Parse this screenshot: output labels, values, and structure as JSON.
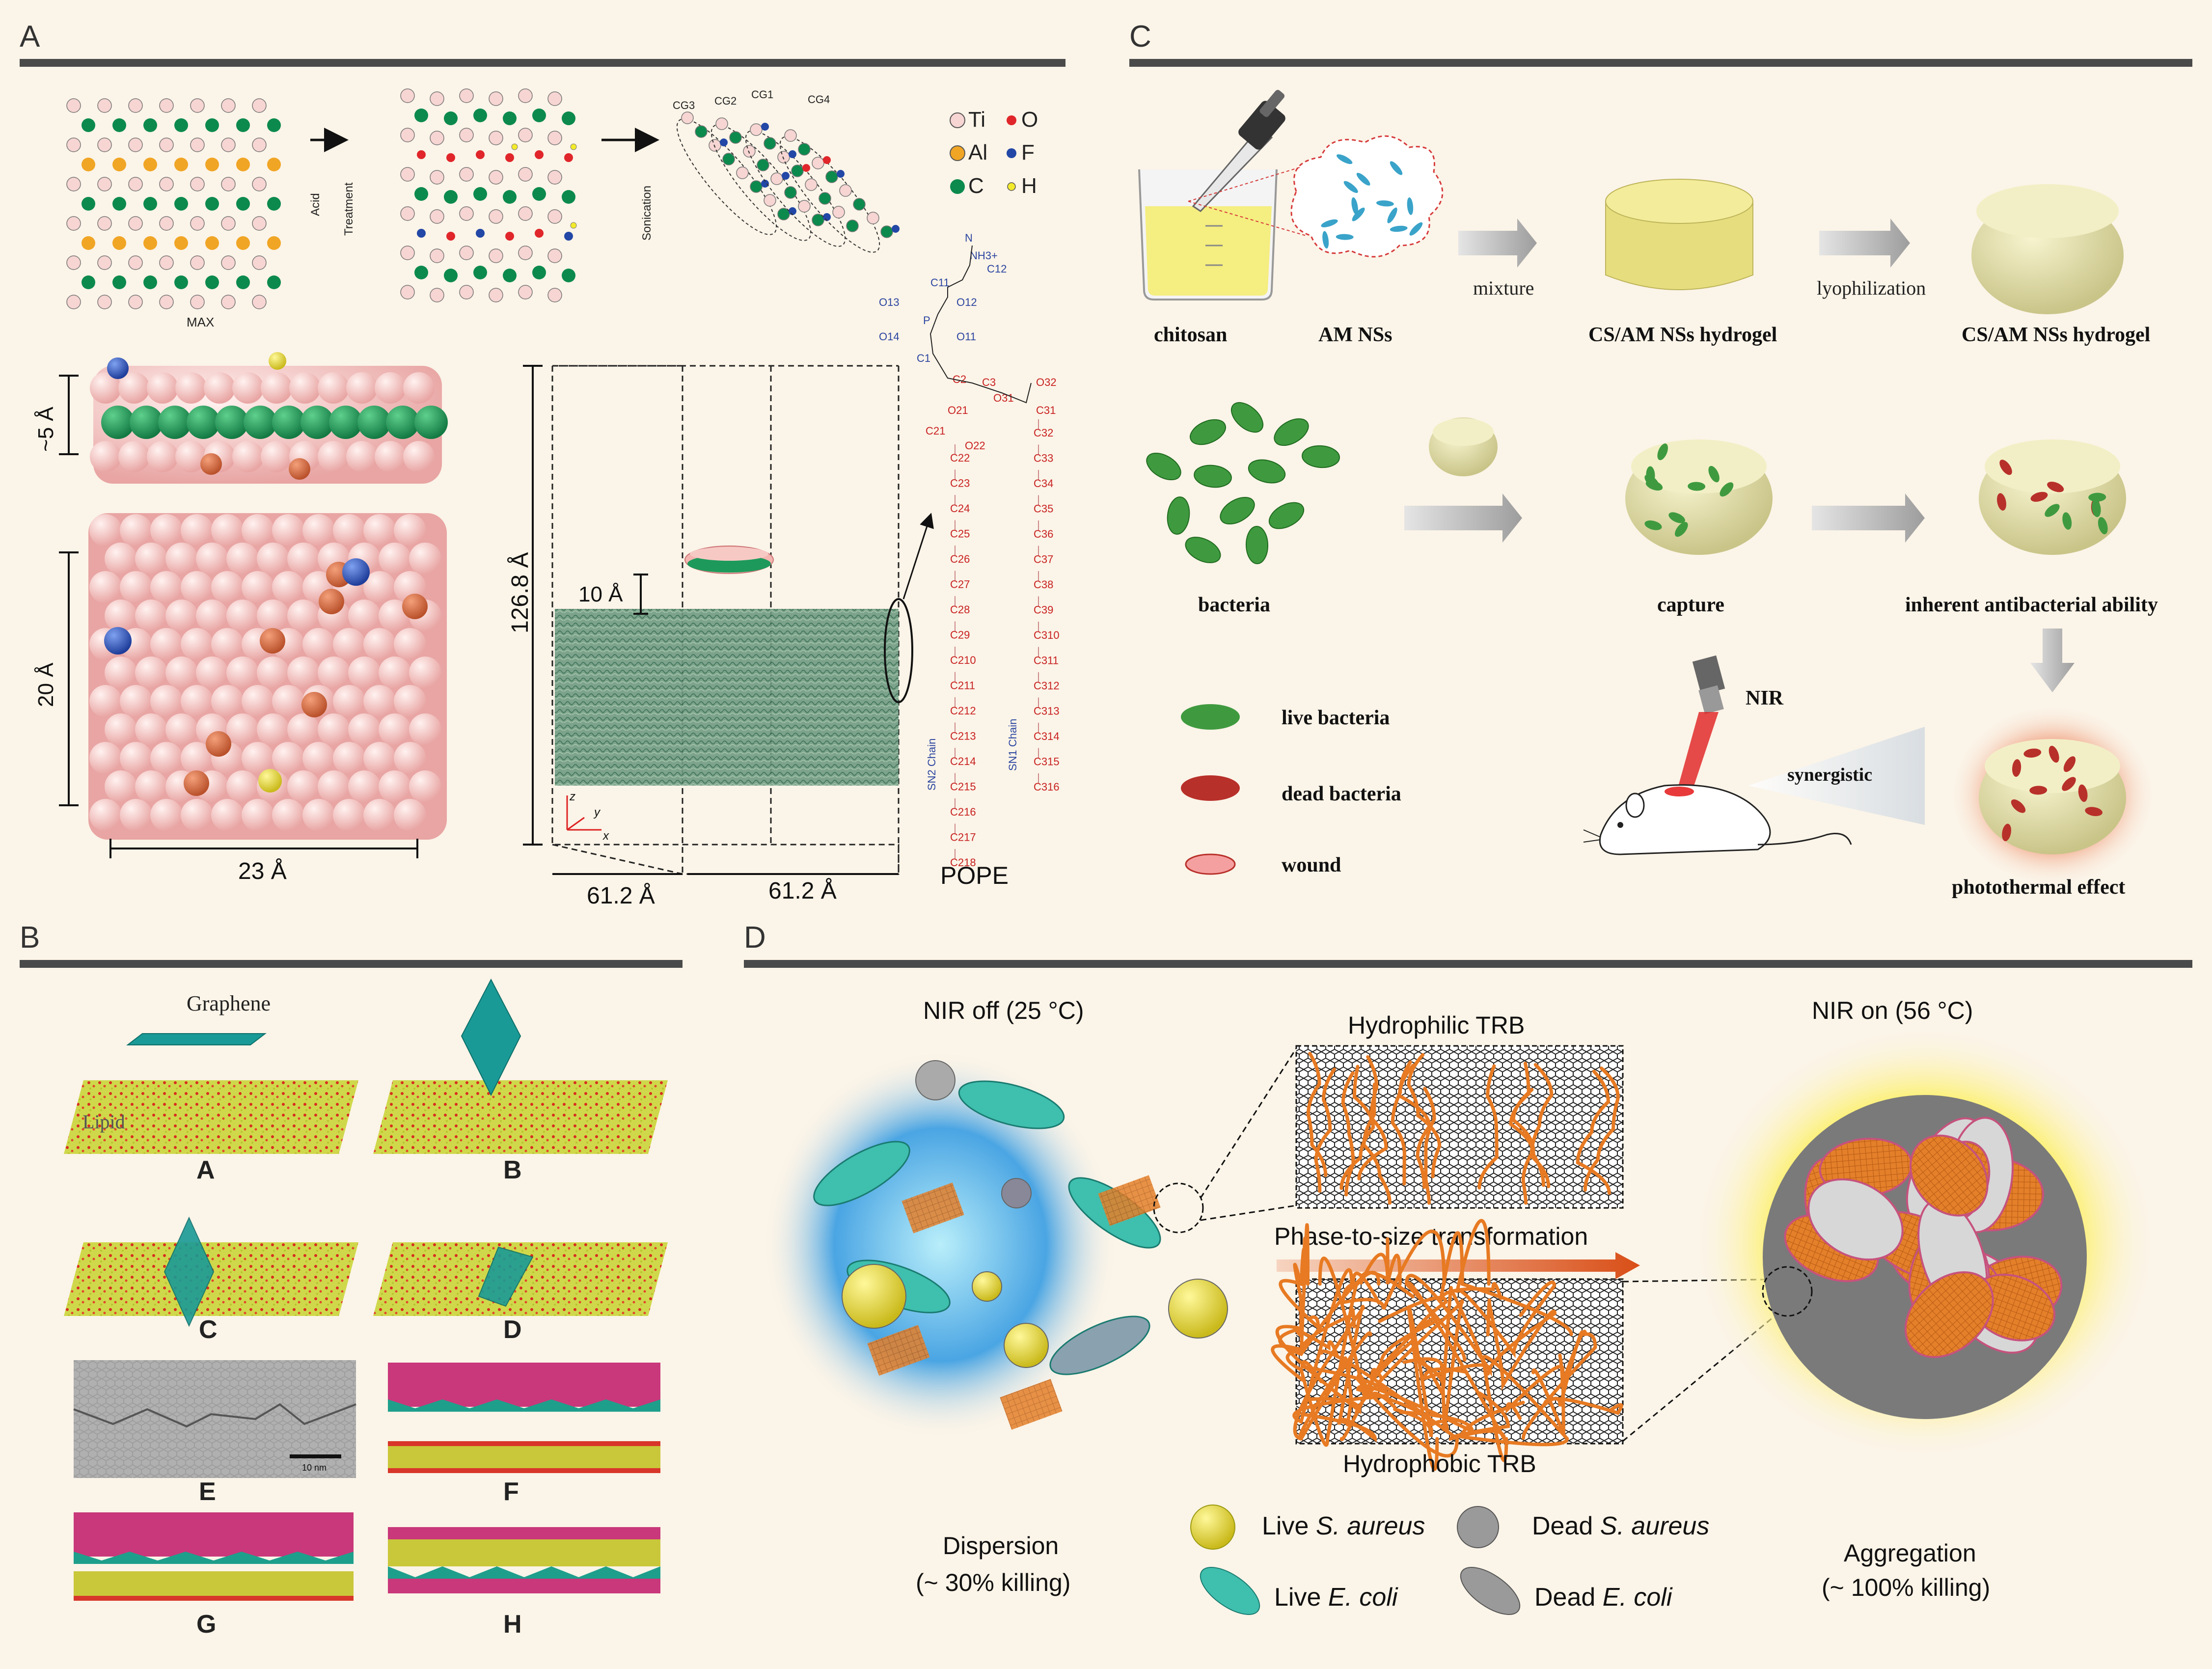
{
  "panels": {
    "A": {
      "label": "A",
      "max_label": "MAX",
      "arrow1_label": "Acid",
      "arrow1_label2": "Treatment",
      "arrow2_label": "Sonication",
      "cg_labels": [
        "CG3",
        "CG2",
        "CG1",
        "CG4"
      ],
      "legend": [
        {
          "symbol": "Ti",
          "color": "#f6d5d2"
        },
        {
          "symbol": "O",
          "color": "#e0262a"
        },
        {
          "symbol": "Al",
          "color": "#f0a525"
        },
        {
          "symbol": "F",
          "color": "#2247a6"
        },
        {
          "symbol": "C",
          "color": "#0c8a4d"
        },
        {
          "symbol": "H",
          "color": "#f3ea2c"
        }
      ],
      "dim_thickness": "~5 Å",
      "dim_height": "20 Å",
      "dim_width": "23 Å",
      "dim_box_height": "126.8 Å",
      "dim_box_depth": "61.2 Å",
      "dim_box_width": "61.2 Å",
      "dim_gap": "10 Å",
      "axis_z": "z",
      "axis_y": "y",
      "axis_x": "x",
      "molecule_name": "POPE",
      "chain_sn2": "SN2 Chain",
      "chain_sn1": "SN1 Chain",
      "head_labels": [
        "N",
        "NH3+",
        "C12",
        "C11",
        "O13",
        "O12",
        "P",
        "O14",
        "O11",
        "C1",
        "C2",
        "C3",
        "O21",
        "O31",
        "C21",
        "O22",
        "C31",
        "O32"
      ],
      "sn2_atoms": [
        "C22",
        "C23",
        "C24",
        "C25",
        "C26",
        "C27",
        "C28",
        "C29",
        "C210",
        "C211",
        "C212",
        "C213",
        "C214",
        "C215",
        "C216",
        "C217",
        "C218"
      ],
      "sn1_atoms": [
        "C32",
        "C33",
        "C34",
        "C35",
        "C36",
        "C37",
        "C38",
        "C39",
        "C310",
        "C311",
        "C312",
        "C313",
        "C314",
        "C315",
        "C316"
      ]
    },
    "B": {
      "label": "B",
      "graphene_label": "Graphene",
      "lipid_label": "Lipid",
      "sub_labels": [
        "A",
        "B",
        "C",
        "D",
        "E",
        "F",
        "G",
        "H"
      ],
      "scale_bar": "10 nm"
    },
    "C": {
      "label": "C",
      "chitosan": "chitosan",
      "am_nss": "AM NSs",
      "mixture": "mixture",
      "hydrogel1": "CS/AM NSs hydrogel",
      "lyophilization": "lyophilization",
      "hydrogel2": "CS/AM NSs hydrogel",
      "bacteria": "bacteria",
      "capture": "capture",
      "inherent": "inherent antibacterial ability",
      "legend_live": "live bacteria",
      "legend_dead": "dead bacteria",
      "legend_wound": "wound",
      "nir": "NIR",
      "synergistic": "synergistic",
      "photothermal": "photothermal effect"
    },
    "D": {
      "label": "D",
      "nir_off": "NIR off (25 °C)",
      "nir_on": "NIR on (56 °C)",
      "hydrophilic": "Hydrophilic TRB",
      "hydrophobic": "Hydrophobic TRB",
      "transformation": "Phase-to-size transformation",
      "dispersion": "Dispersion",
      "dispersion_kill": "(~ 30% killing)",
      "aggregation": "Aggregation",
      "aggregation_kill": "(~ 100% killing)",
      "legend": {
        "live_sa_prefix": "Live ",
        "live_sa_species": "S. aureus",
        "dead_sa_prefix": "Dead ",
        "dead_sa_species": "S. aureus",
        "live_ec_prefix": "Live ",
        "live_ec_species": "E. coli",
        "dead_ec_prefix": "Dead ",
        "dead_ec_species": "E. coli"
      }
    }
  },
  "colors": {
    "background": "#fbf4e8",
    "divider": "#4a4a4a",
    "ti": "#f6d5d2",
    "o": "#e0262a",
    "al": "#f0a525",
    "f": "#2247a6",
    "c": "#0c8a4d",
    "h": "#f3ea2c",
    "chain_red": "#c82020",
    "chain_blue": "#2a44a0",
    "hydrogel": "#ece9b4",
    "live_bacteria": "#3f9a3f",
    "dead_bacteria": "#b8302a",
    "teal": "#1aa9a0",
    "orange": "#e77a22"
  }
}
